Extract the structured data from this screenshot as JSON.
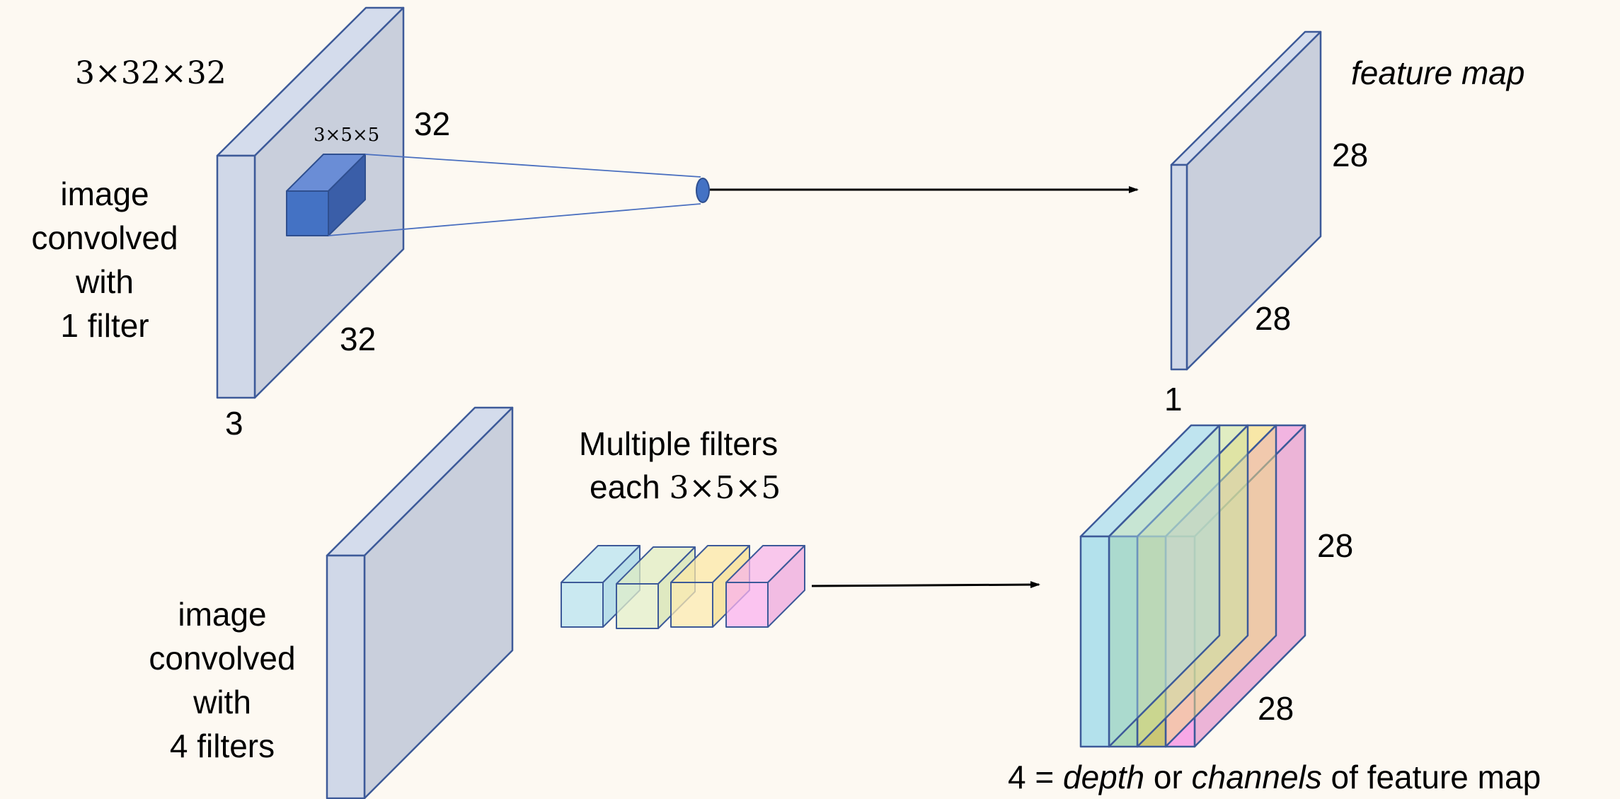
{
  "top": {
    "input_dims": "3×32×32",
    "filter_dims": "3×5×5",
    "input_height": "32",
    "input_width": "32",
    "input_depth": "3",
    "caption_lines": [
      "image",
      "convolved",
      "with",
      "1 filter"
    ],
    "output_title": "feature map",
    "output_height": "28",
    "output_width": "28",
    "output_depth": "1"
  },
  "bottom": {
    "filters_line1": "Multiple filters",
    "filters_line2_prefix": "each ",
    "filters_dims": "3×5×5",
    "caption_lines": [
      "image",
      "convolved",
      "with",
      "4 filters"
    ],
    "output_height": "28",
    "output_width": "28",
    "depth_note": {
      "prefix": "4 = ",
      "depth": "depth",
      "middle": " or ",
      "channels": "channels",
      "suffix": " of feature map"
    }
  },
  "colors": {
    "background": "#fdf9f2",
    "slab_front": "#d0d8e8",
    "slab_side": "#c9cfdc",
    "outline": "#3d5a99",
    "filter_front": "#4472c4",
    "filter_top": "#6a8dd6",
    "filter_side": "#3a5ea8",
    "channel_colors": [
      "#a8ddef",
      "#cfe6b0",
      "#f9e08e",
      "#f39ad8"
    ]
  }
}
